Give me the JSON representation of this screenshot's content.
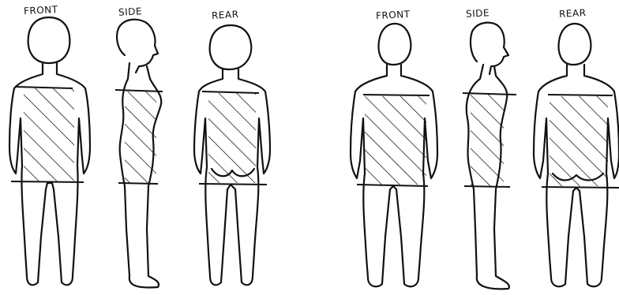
{
  "female_views": {
    "front_label": "FRONT",
    "side_label": "SIDE",
    "rear_label": "REAR"
  },
  "male_views": {
    "front_label": "FRONT",
    "side_label": "SIDE",
    "rear_label": "REAR"
  }
}
